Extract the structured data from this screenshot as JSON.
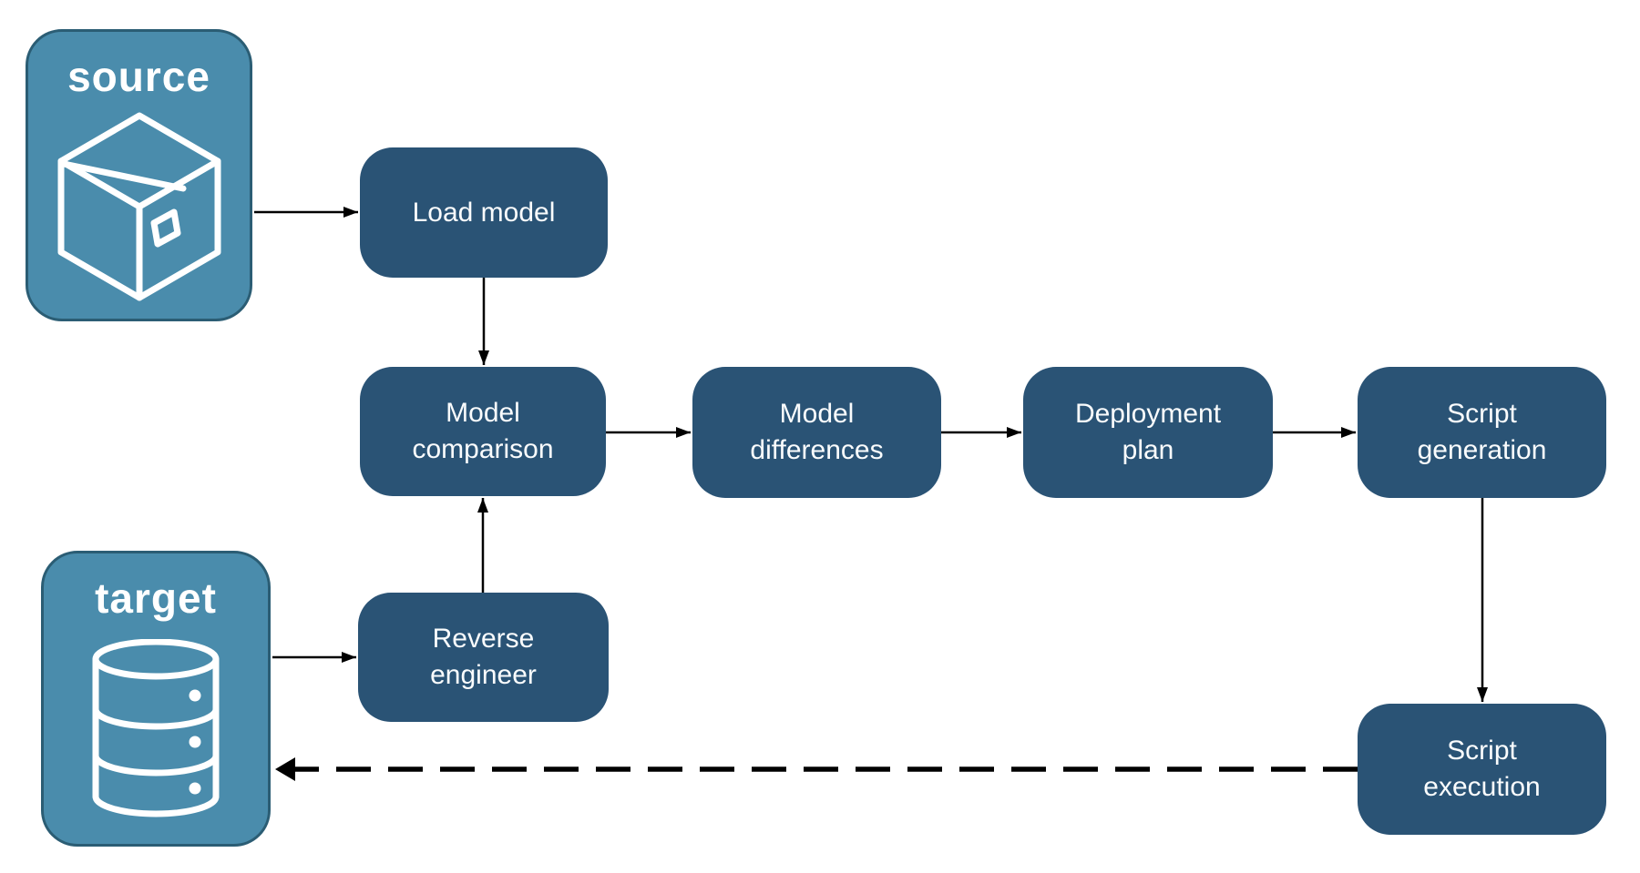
{
  "diagram": {
    "terminals": {
      "source": {
        "label": "source",
        "icon": "package-icon"
      },
      "target": {
        "label": "target",
        "icon": "database-icon"
      }
    },
    "steps": {
      "load_model": {
        "label": "Load model"
      },
      "model_comparison": {
        "label": "Model comparison"
      },
      "model_differences": {
        "label": "Model differences"
      },
      "deployment_plan": {
        "label": "Deployment plan"
      },
      "script_generation": {
        "label": "Script generation"
      },
      "reverse_engineer": {
        "label": "Reverse engineer"
      },
      "script_execution": {
        "label": "Script execution"
      }
    },
    "edges": [
      {
        "from": "source",
        "to": "load_model",
        "style": "solid"
      },
      {
        "from": "load_model",
        "to": "model_comparison",
        "style": "solid"
      },
      {
        "from": "model_comparison",
        "to": "model_differences",
        "style": "solid"
      },
      {
        "from": "model_differences",
        "to": "deployment_plan",
        "style": "solid"
      },
      {
        "from": "deployment_plan",
        "to": "script_generation",
        "style": "solid"
      },
      {
        "from": "script_generation",
        "to": "script_execution",
        "style": "solid"
      },
      {
        "from": "target",
        "to": "reverse_engineer",
        "style": "solid"
      },
      {
        "from": "reverse_engineer",
        "to": "model_comparison",
        "style": "solid"
      },
      {
        "from": "script_execution",
        "to": "target",
        "style": "dashed"
      }
    ],
    "colors": {
      "step_fill": "#2A5375",
      "terminal_fill": "#4A8CAC",
      "terminal_border": "#2B5D74",
      "text": "#FFFFFF",
      "arrow": "#000000",
      "background": "#FFFFFF"
    }
  }
}
